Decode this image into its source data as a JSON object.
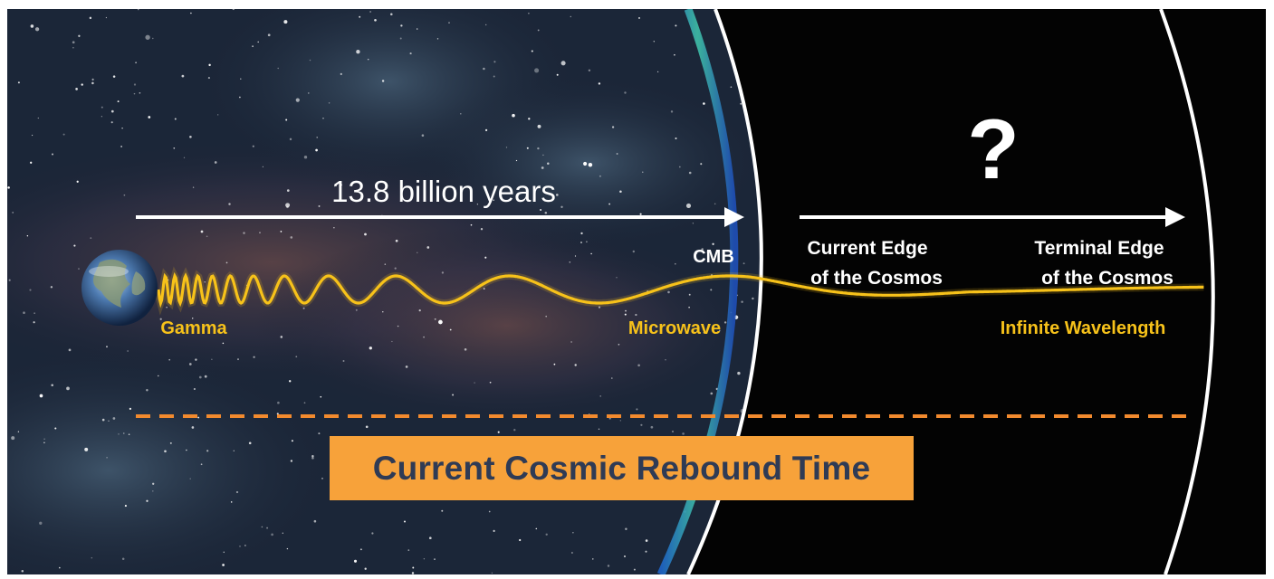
{
  "arrow_label": "13.8 billion years",
  "cmb_label": "CMB",
  "current_edge_label": [
    "Current Edge",
    "of the Cosmos"
  ],
  "terminal_edge_label": [
    "Terminal Edge",
    "of the Cosmos"
  ],
  "question_mark": "?",
  "wave_labels": {
    "start": "Gamma",
    "middle": "Microwave",
    "end": "Infinite Wavelength"
  },
  "banner": "Current Cosmic Rebound Time",
  "colors": {
    "wave": "#f7c21a",
    "banner": "#f7a23a",
    "banner_text": "#2f3b55",
    "dashed_line": "#f28a2e",
    "boundary": "#ffffff"
  }
}
